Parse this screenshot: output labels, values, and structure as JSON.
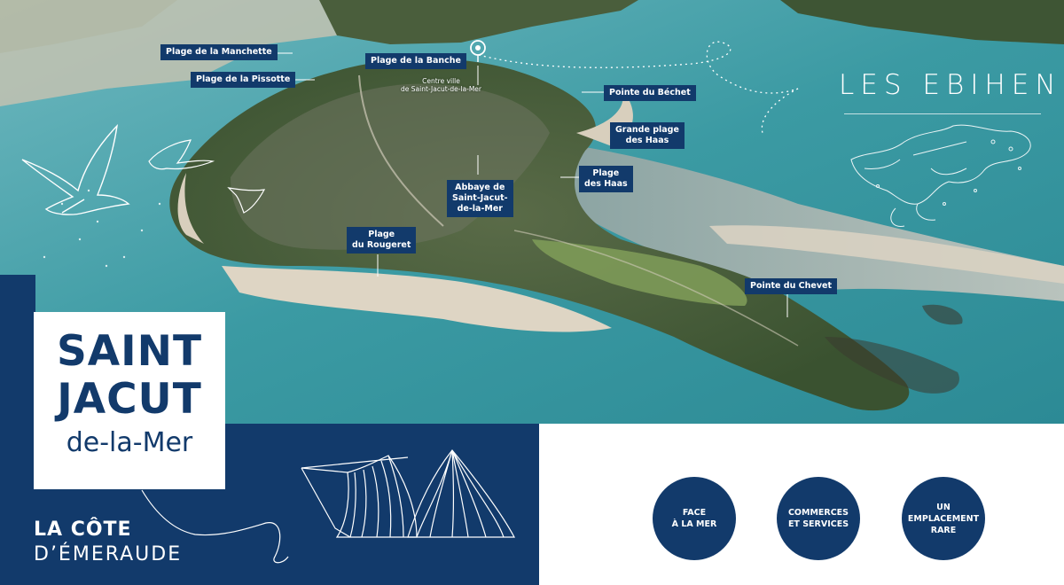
{
  "title": {
    "line1": "SAINT",
    "line2": "JACUT",
    "line3": "de-la-Mer"
  },
  "subtitle": {
    "line1": "LA CÔTE",
    "line2": "D’ÉMERAUDE"
  },
  "region_name": "LES EBIHENS",
  "map_labels": {
    "manchette": "Plage de la Manchette",
    "pissotte": "Plage de la Pissotte",
    "banche": "Plage de la Banche",
    "centre_l1": "Centre ville",
    "centre_l2": "de Saint-Jacut-de-la-Mer",
    "bechet": "Pointe du Béchet",
    "grande_haas_l1": "Grande plage",
    "grande_haas_l2": "des Haas",
    "haas_l1": "Plage",
    "haas_l2": "des Haas",
    "abbaye_l1": "Abbaye de",
    "abbaye_l2": "Saint-Jacut-",
    "abbaye_l3": "de-la-Mer",
    "rougeret_l1": "Plage",
    "rougeret_l2": "du Rougeret",
    "chevet": "Pointe du Chevet"
  },
  "features": [
    {
      "line1": "FACE",
      "line2": "À LA MER"
    },
    {
      "line1": "COMMERCES",
      "line2": "ET SERVICES"
    },
    {
      "line1": "UN",
      "line2": "EMPLACEMENT",
      "line3": "RARE"
    }
  ],
  "colors": {
    "navy": "#123a6b",
    "sea": "#3d9fa6",
    "sand": "#d8cfc0",
    "land": "#4e6a3a"
  },
  "icons": [
    "location-pin-icon",
    "seagull-icon",
    "beach-tent-icon",
    "island-map-icon"
  ]
}
